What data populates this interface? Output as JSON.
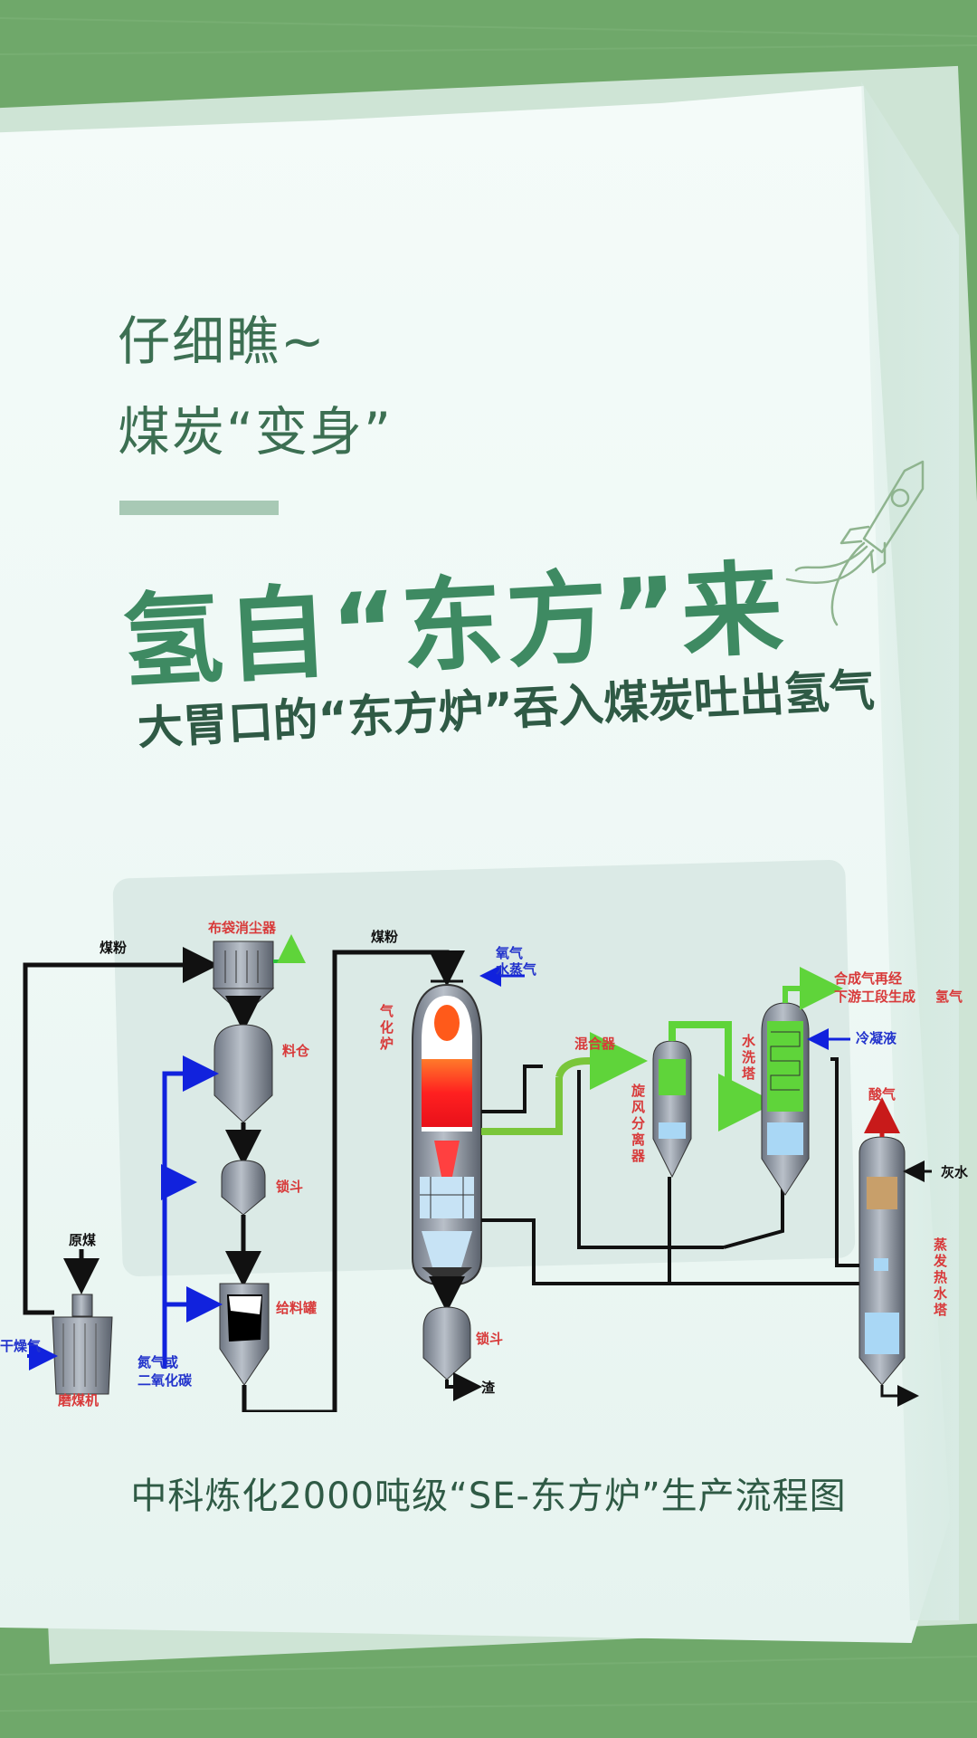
{
  "intro": {
    "line1": "仔细瞧~",
    "line2": "煤炭“变身”"
  },
  "headline": "氢自“东方”来",
  "subheadline": "大胃口的“东方炉”吞入煤炭吐出氢气",
  "caption": "中科炼化2000吨级“SE-东方炉”生产流程图",
  "diagram": {
    "labels": {
      "coal_powder_1": "煤粉",
      "coal_powder_2": "煤粉",
      "bag_filter": "布袋消尘器",
      "bin": "料仓",
      "lock_hopper_1": "锁斗",
      "feed_tank": "给料罐",
      "raw_coal": "原煤",
      "dry_gas": "干燥气",
      "mill": "磨煤机",
      "inert_gas_1": "氮气或",
      "inert_gas_2": "二氧化碳",
      "oxygen": "氧气",
      "steam": "水蒸气",
      "gasifier_1": "气",
      "gasifier_2": "化",
      "gasifier_3": "炉",
      "lock_hopper_2": "锁斗",
      "slag": "渣",
      "mixer": "混合器",
      "cyclone_1": "旋",
      "cyclone_2": "风",
      "cyclone_3": "分",
      "cyclone_4": "离",
      "cyclone_5": "器",
      "scrubber_1": "水",
      "scrubber_2": "洗",
      "scrubber_3": "塔",
      "syngas_1": "合成气再经",
      "syngas_2a": "下游工段生成",
      "syngas_2b": "氢气",
      "condensate": "冷凝液",
      "acid_gas": "酸气",
      "gray_water": "灰水",
      "evap_1": "蒸",
      "evap_2": "发",
      "evap_3": "热",
      "evap_4": "水",
      "evap_5": "塔"
    }
  },
  "colors": {
    "accent_green": "#3e8a62",
    "text_dark": "#2f5a45",
    "bg_green": "#6fa86a"
  }
}
